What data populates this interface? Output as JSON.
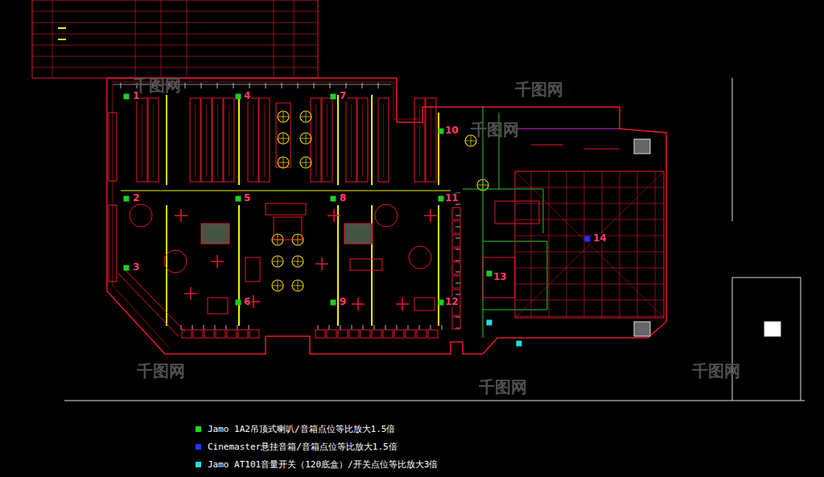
{
  "diagram": {
    "labels": [
      "1",
      "2",
      "3",
      "4",
      "5",
      "6",
      "7",
      "8",
      "9",
      "10",
      "11",
      "12",
      "13",
      "14",
      "千图网",
      "千图网",
      "千图网",
      "千图网",
      "千图网",
      "千图网"
    ],
    "legend": [
      {
        "text": "Jamo 1A2吊顶式喇叭/音箱点位等比放大1.5倍",
        "color": "#22dd22"
      },
      {
        "text": "Cinemaster悬挂音箱/音箱点位等比放大1.5倍",
        "color": "#2233ff"
      },
      {
        "text": "Jamo AT101音量开关（120底盒）/开关点位等比放大3倍",
        "color": "#22dddd"
      }
    ]
  }
}
